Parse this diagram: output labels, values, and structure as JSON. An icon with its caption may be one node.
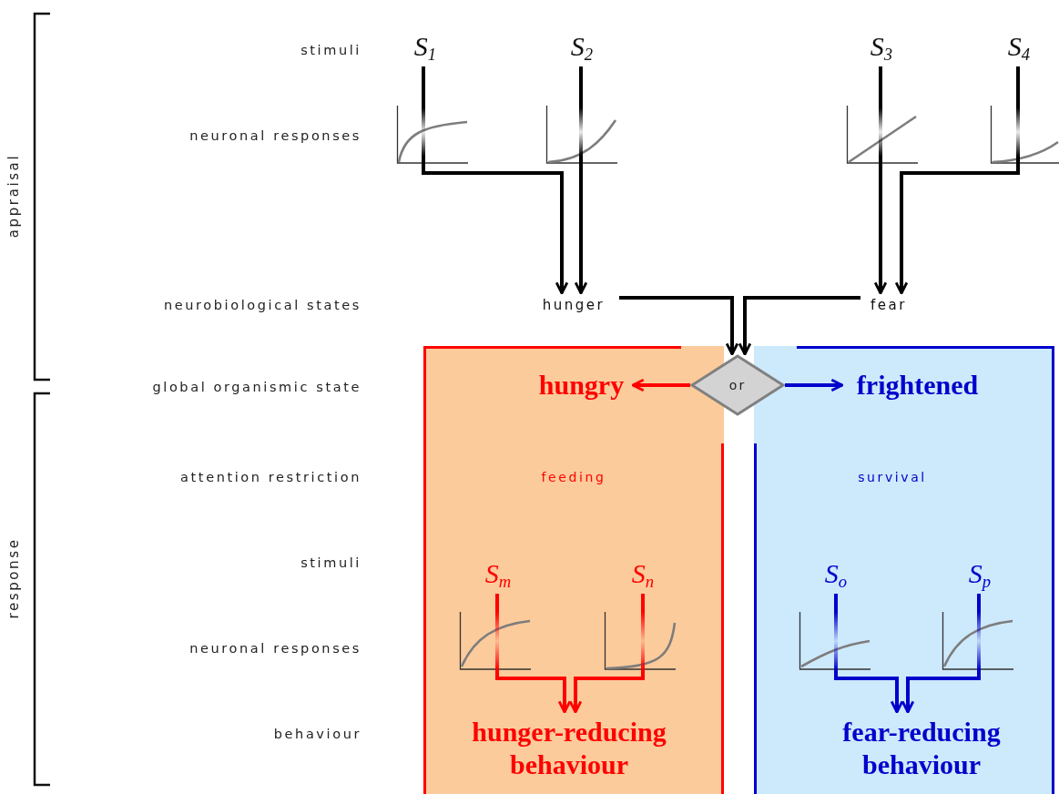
{
  "diagram": {
    "nodes": [
      {
        "text": [
          "S$_{1}$"
        ]
      },
      {
        "text": [
          "S$_{2}$"
        ]
      },
      {
        "text": [
          "S$_{3}$"
        ]
      },
      {
        "text": [
          "S$_{4}$"
        ]
      },
      {
        "text": [
          "hunger"
        ]
      },
      {
        "text": [
          "fear"
        ]
      },
      {
        "text": [
          "or"
        ]
      },
      {
        "text": [],
        "shape": "box"
      },
      {
        "text": [
          "hungry"
        ],
        "in": 7
      },
      {
        "text": [
          "S$_{m}$"
        ],
        "in": 7
      },
      {
        "text": [
          "S$_{n}$"
        ],
        "in": 7
      },
      {
        "text": [
          "hunger-reducing behaviour"
        ],
        "in": 7
      },
      {
        "text": [],
        "shape": "box"
      },
      {
        "text": [
          "frightened"
        ],
        "in": 12
      },
      {
        "text": [
          "S$_{o}$"
        ],
        "in": 12
      },
      {
        "text": [
          "S$_{p}$"
        ],
        "in": 12
      },
      {
        "text": [
          "fear-reducing behaviour"
        ],
        "in": 12
      }
    ],
    "edges": [
      {
        "from": 0,
        "to": 4,
        "arrow": "to"
      },
      {
        "from": 1,
        "to": 4,
        "arrow": "to"
      },
      {
        "from": 2,
        "to": 5,
        "arrow": "to"
      },
      {
        "from": 3,
        "to": 5,
        "arrow": "to"
      },
      {
        "from": 4,
        "to": 6,
        "arrow": "to"
      },
      {
        "from": 5,
        "to": 6,
        "arrow": "to"
      },
      {
        "from": 6,
        "to": 8,
        "arrow": "to",
        "color": "#ff0000"
      },
      {
        "from": 6,
        "to": 13,
        "arrow": "to",
        "color": "#0000cc"
      },
      {
        "from": 9,
        "to": 11,
        "arrow": "to",
        "color": "#ff0000"
      },
      {
        "from": 10,
        "to": 11,
        "arrow": "to",
        "color": "#ff0000"
      },
      {
        "from": 14,
        "to": 16,
        "arrow": "to",
        "color": "#0000cc"
      },
      {
        "from": 15,
        "to": 16,
        "arrow": "to",
        "color": "#0000cc"
      }
    ],
    "labels": [
      "appraisal",
      "stimuli",
      "neuronal responses",
      "neurobiological states",
      "global organismic state",
      "response",
      "attention restriction",
      "stimuli",
      "neuronal responses",
      "behaviour",
      "feeding",
      "survival"
    ]
  }
}
